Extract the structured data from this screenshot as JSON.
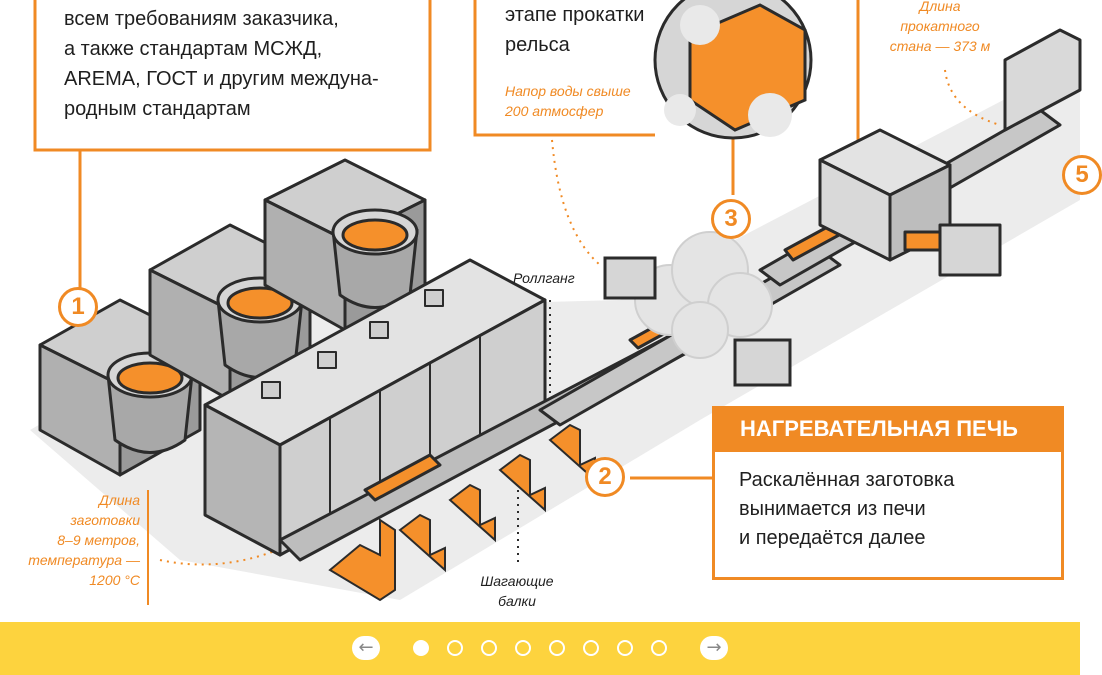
{
  "step1_text": {
    "line1": "всем требованиям заказчика,",
    "line2": "а также стандартам МСЖД,",
    "line3": "AREMA, ГОСТ и другим междуна-",
    "line4": "родным стандартам"
  },
  "step3_text": {
    "line1": "этапе прокатки",
    "line2": "рельса",
    "note_line1": "Напор воды свыше",
    "note_line2": "200 атмосфер"
  },
  "mill_note": {
    "line1": "Длина",
    "line2": "прокатного",
    "line3": "стана — 373 м"
  },
  "billet_note": {
    "line1": "Длина",
    "line2": "заготовки",
    "line3": "8–9 метров,",
    "line4": "температура —",
    "line5": "1200 °С"
  },
  "labels": {
    "rollgang": "Роллганг",
    "walking_beams_line1": "Шагающие",
    "walking_beams_line2": "балки"
  },
  "steps": {
    "s1": "1",
    "s2": "2",
    "s3": "3",
    "s5": "5"
  },
  "furnace_box": {
    "title": "НАГРЕВАТЕЛЬНАЯ ПЕЧЬ",
    "line1": "Раскалённая заготовка",
    "line2": "вынимается из печи",
    "line3": "и передаётся далее"
  },
  "pager": {
    "prev": "←",
    "next": "→",
    "total_slides": 8,
    "active_slide": 1
  },
  "colors": {
    "accent": "#f08a24",
    "bar": "#fdd33e",
    "machine_light": "#e3e3e3",
    "machine_mid": "#cfcfcf",
    "machine_dark": "#9a9a9a",
    "outline": "#2b2b2b"
  }
}
